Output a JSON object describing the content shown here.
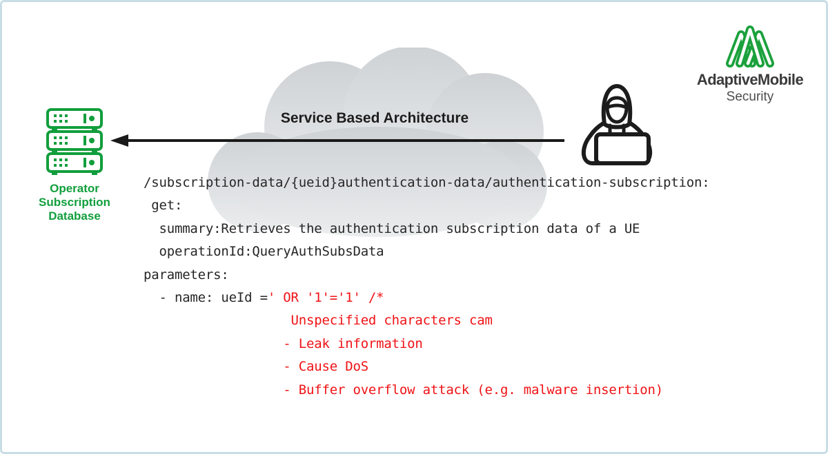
{
  "page": {
    "background": "#ffffff",
    "border_color": "#c8dde4"
  },
  "logo": {
    "icon": "adaptivemobile-m-icon",
    "brand": "AdaptiveMobile",
    "sub": "Security",
    "green": "#1ba13c",
    "text_color": "#3b3b3b"
  },
  "database": {
    "icon": "server-stack-icon",
    "color": "#119e3c",
    "label_lines": [
      "Operator",
      "Subscription",
      "Database"
    ]
  },
  "cloud": {
    "title": "Service Based Architecture",
    "fill_top": "#ced2d5",
    "fill_bottom": "#ebedee"
  },
  "attacker": {
    "icon": "hacker-laptop-icon"
  },
  "arrow": {
    "direction": "right-to-left",
    "color": "#1a1a1a"
  },
  "code": {
    "text_color": "#262626",
    "attack_color": "#f01215",
    "lines": [
      {
        "black": "/subscription-data/{ueid}authentication-data/authentication-subscription:",
        "red": ""
      },
      {
        "black": " get:",
        "red": ""
      },
      {
        "black": "  summary:Retrieves the authentication subscription data of a UE",
        "red": ""
      },
      {
        "black": "  operationId:QueryAuthSubsData",
        "red": ""
      },
      {
        "black": "parameters:",
        "red": ""
      },
      {
        "black": "  - name: ueId =",
        "red": "' OR '1'='1' /*"
      },
      {
        "black": "",
        "red": "                   Unspecified characters cam"
      },
      {
        "black": "",
        "red": "                  - Leak information"
      },
      {
        "black": "",
        "red": "                  - Cause DoS"
      },
      {
        "black": "",
        "red": "                  - Buffer overflow attack (e.g. malware insertion)"
      }
    ]
  }
}
